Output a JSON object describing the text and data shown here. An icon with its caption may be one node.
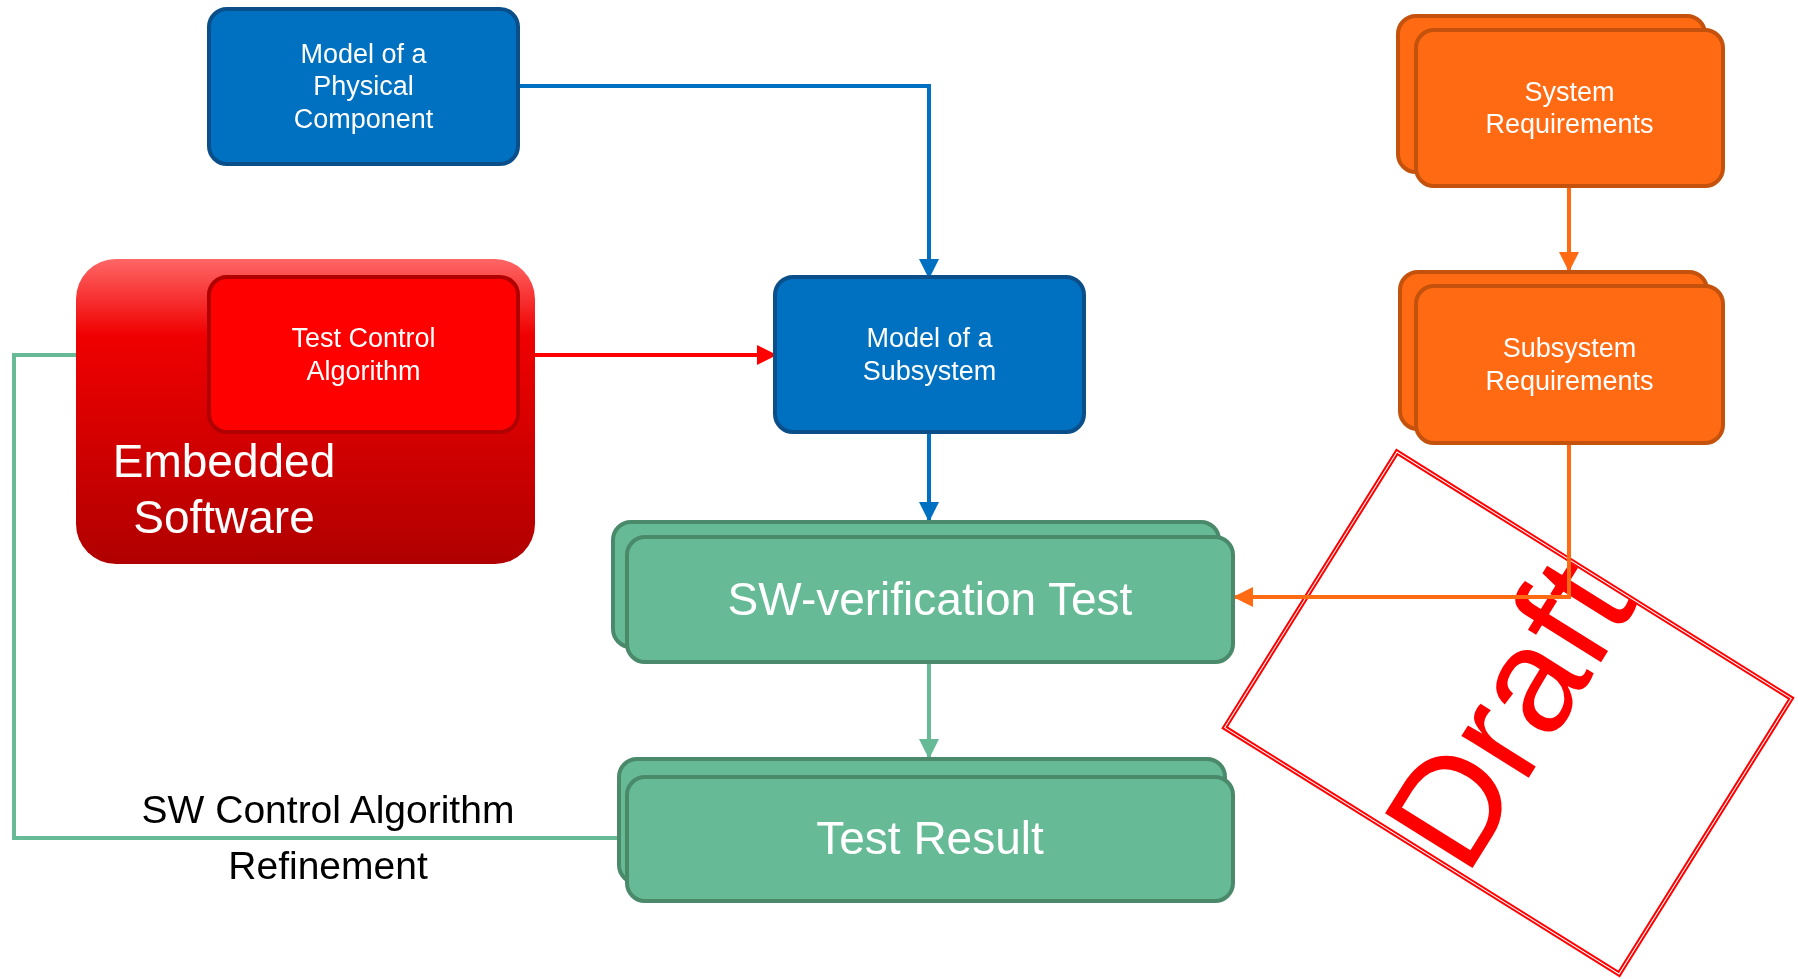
{
  "diagram": {
    "nodes": [
      {
        "text": [
          "Model of a Physical Component"
        ]
      },
      {
        "text": [
          "Embedded Software"
        ]
      },
      {
        "text": [
          "Test Control Algorithm"
        ],
        "in": 1
      },
      {
        "text": [
          "Model of a Subsystem"
        ]
      },
      {
        "text": [
          "System Requirements"
        ]
      },
      {
        "text": [
          "Subsystem Requirements"
        ]
      },
      {
        "text": [
          "SW-verification Test"
        ]
      },
      {
        "text": [
          "Test Result"
        ]
      }
    ],
    "edges": [
      {
        "from": 0,
        "to": 3,
        "arrow": "to",
        "color": "#0070c0"
      },
      {
        "from": 2,
        "to": 3,
        "arrow": "to",
        "color": "#ff0000"
      },
      {
        "from": 4,
        "to": 5,
        "arrow": "to",
        "color": "#ff6a13"
      },
      {
        "from": 3,
        "to": 6,
        "arrow": "to",
        "color": "#0070c0"
      },
      {
        "from": 5,
        "to": 6,
        "arrow": "to",
        "color": "#ff6a13"
      },
      {
        "from": 6,
        "to": 7,
        "arrow": "to",
        "color": "#66bb96"
      },
      {
        "from": 7,
        "to": 2,
        "arrow": "to",
        "label": "SW Control Algorithm Refinement",
        "color": "#66bb96"
      }
    ],
    "labels": [
      "Draft"
    ]
  }
}
